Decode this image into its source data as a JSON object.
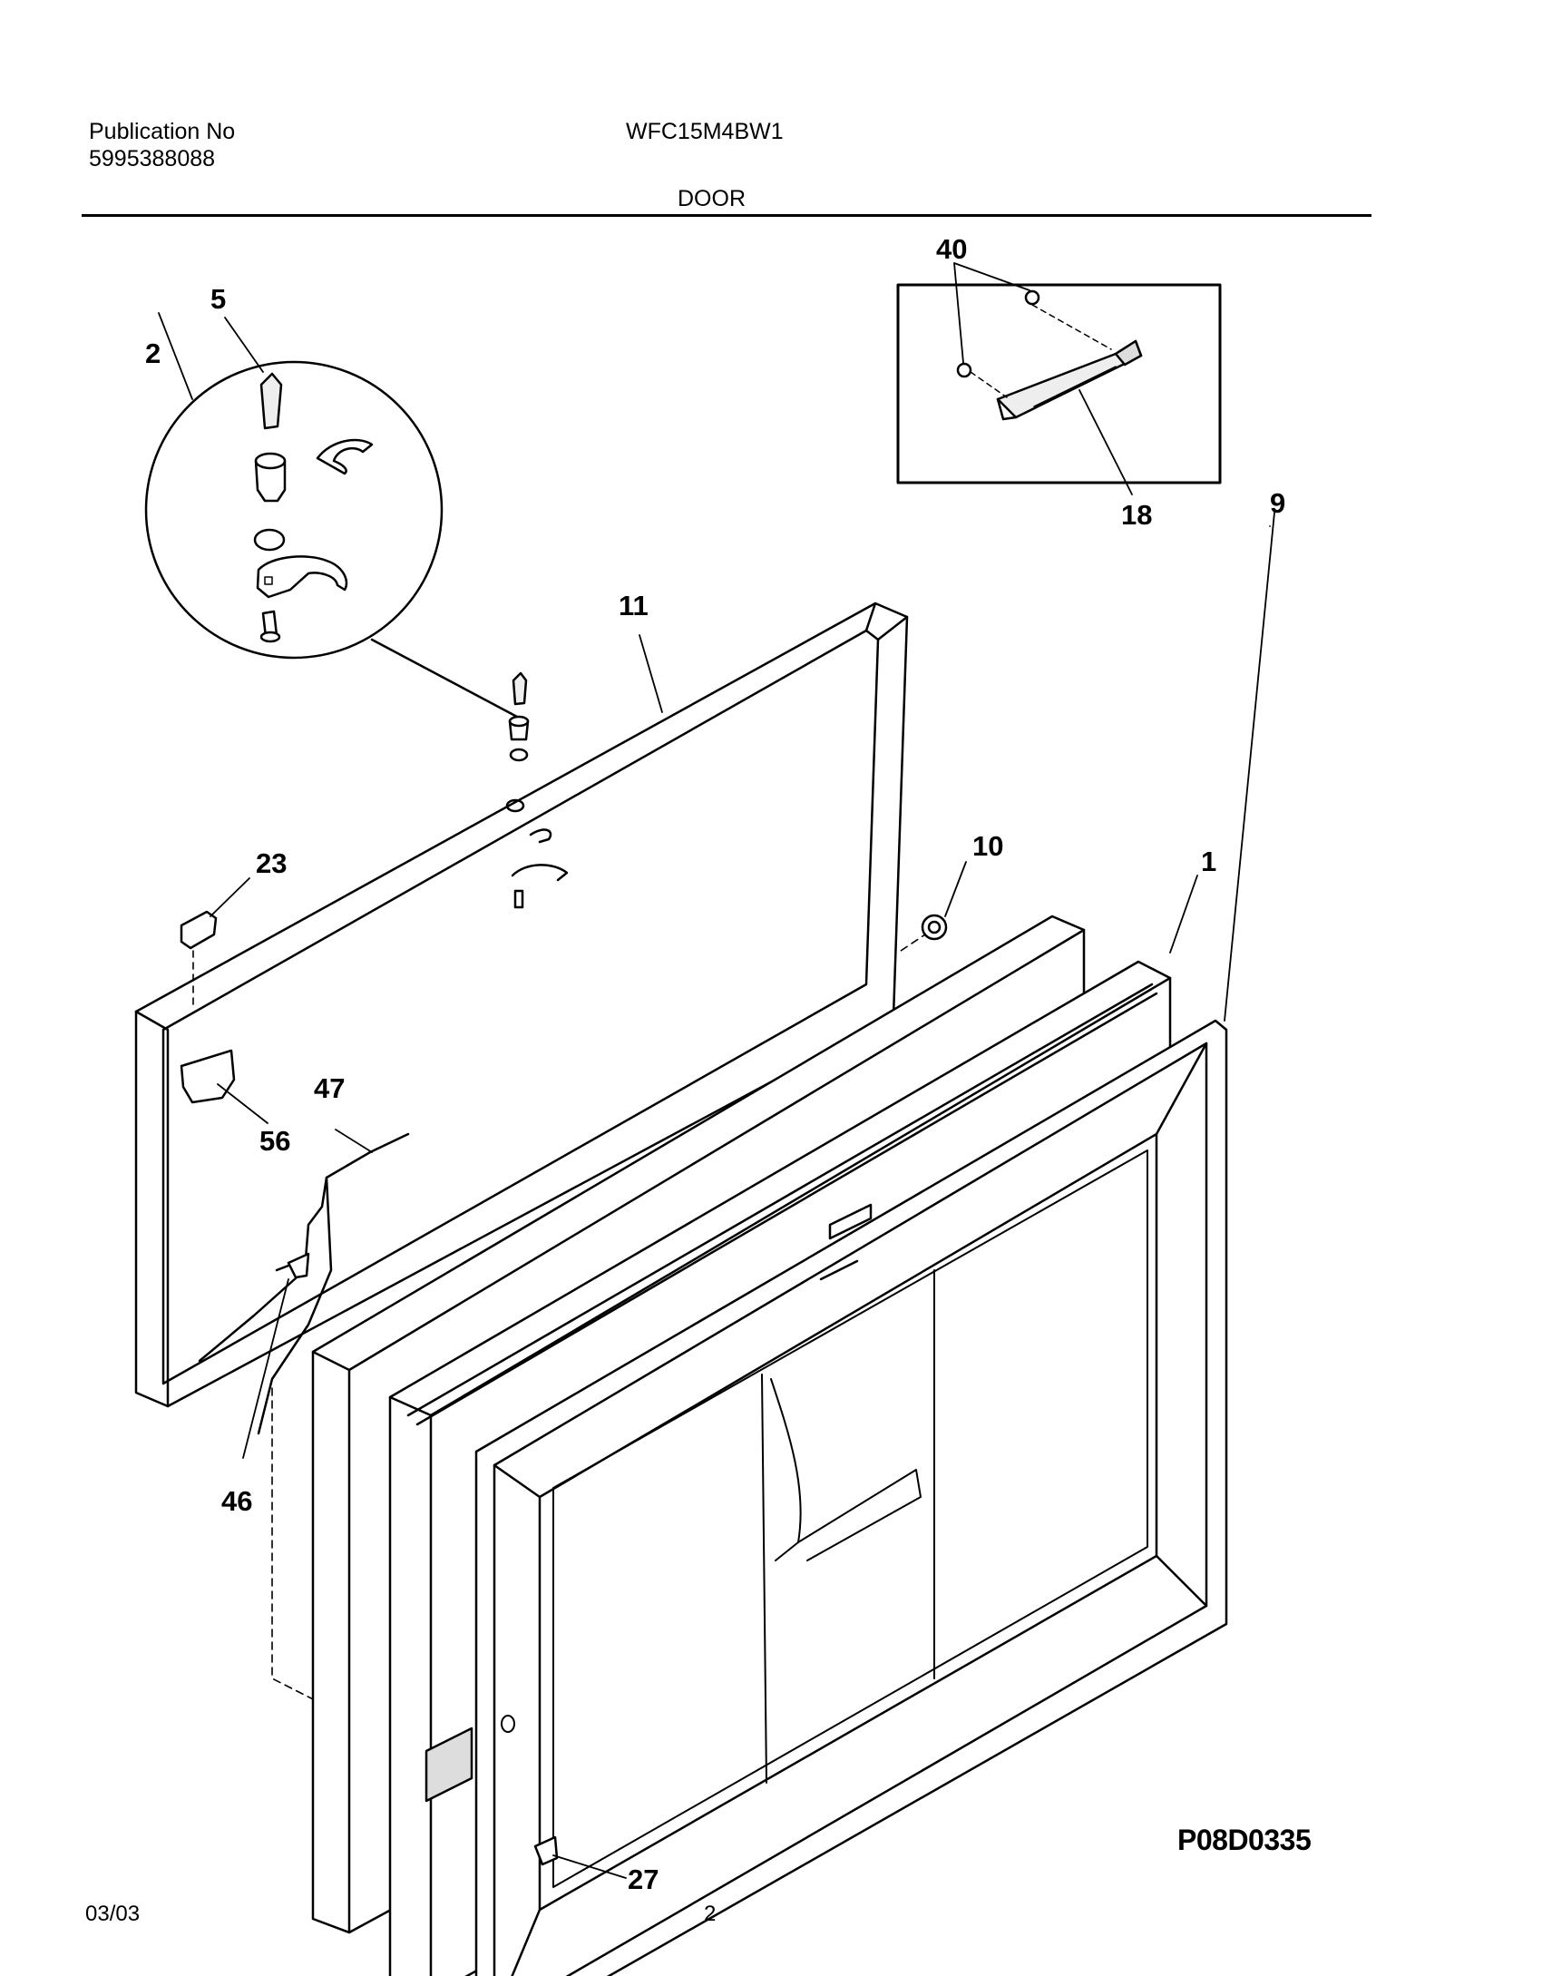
{
  "header": {
    "publication_label": "Publication No",
    "publication_number": "5995388088",
    "model": "WFC15M4BW1",
    "section": "DOOR"
  },
  "diagram": {
    "callouts": {
      "c2": "2",
      "c5": "5",
      "c40": "40",
      "c18": "18",
      "c11": "11",
      "c10": "10",
      "c1": "1",
      "c9": "9",
      "c23": "23",
      "c56": "56",
      "c47": "47",
      "c46": "46",
      "c27": "27"
    },
    "drawing_code": "P08D0335"
  },
  "footer": {
    "date": "03/03",
    "page": "2"
  }
}
